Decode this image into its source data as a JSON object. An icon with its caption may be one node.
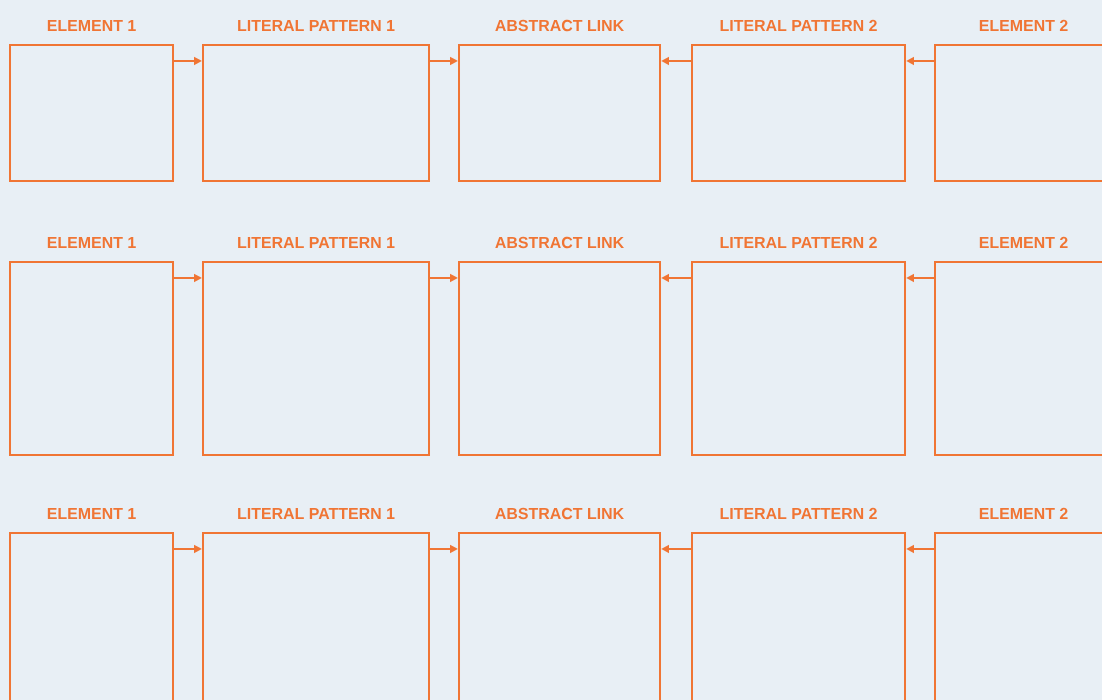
{
  "diagram": {
    "nodes": [
      {
        "text": [
          "ELEMENT 1"
        ]
      },
      {
        "text": [
          "LITERAL PATTERN 1"
        ]
      },
      {
        "text": [
          "ABSTRACT LINK"
        ]
      },
      {
        "text": [
          "LITERAL PATTERN 2"
        ]
      },
      {
        "text": [
          "ELEMENT 2"
        ]
      },
      {
        "text": [
          "ELEMENT 1"
        ]
      },
      {
        "text": [
          "LITERAL PATTERN 1"
        ]
      },
      {
        "text": [
          "ABSTRACT LINK"
        ]
      },
      {
        "text": [
          "LITERAL PATTERN 2"
        ]
      },
      {
        "text": [
          "ELEMENT 2"
        ]
      },
      {
        "text": [
          "ELEMENT 1"
        ]
      },
      {
        "text": [
          "LITERAL PATTERN 1"
        ]
      },
      {
        "text": [
          "ABSTRACT LINK"
        ]
      },
      {
        "text": [
          "LITERAL PATTERN 2"
        ]
      },
      {
        "text": [
          "ELEMENT 2"
        ]
      }
    ],
    "edges": [
      {
        "from": 0,
        "to": 1,
        "arrow": "to"
      },
      {
        "from": 1,
        "to": 2,
        "arrow": "to"
      },
      {
        "from": 3,
        "to": 2,
        "arrow": "to"
      },
      {
        "from": 4,
        "to": 3,
        "arrow": "to"
      },
      {
        "from": 5,
        "to": 6,
        "arrow": "to"
      },
      {
        "from": 6,
        "to": 7,
        "arrow": "to"
      },
      {
        "from": 8,
        "to": 7,
        "arrow": "to"
      },
      {
        "from": 9,
        "to": 8,
        "arrow": "to"
      },
      {
        "from": 10,
        "to": 11,
        "arrow": "to"
      },
      {
        "from": 11,
        "to": 12,
        "arrow": "to"
      },
      {
        "from": 13,
        "to": 12,
        "arrow": "to"
      },
      {
        "from": 14,
        "to": 13,
        "arrow": "to"
      }
    ]
  }
}
